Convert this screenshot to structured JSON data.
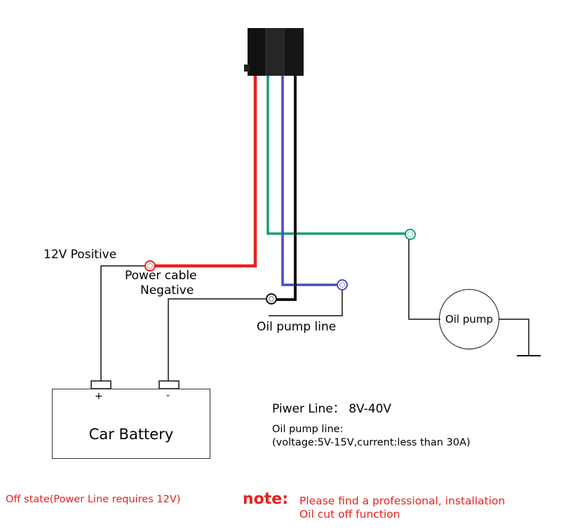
{
  "labels": {
    "positive": "12V Positive",
    "power_cable": "Power cable",
    "negative": "Negative",
    "oil_pump_line": "Oil pump line",
    "oil_pump": "Oil pump",
    "battery": "Car Battery",
    "plus": "+",
    "minus": "-"
  },
  "specs": {
    "power_line": "Piwer Line： 8V-40V",
    "pump_line_title": "Oil pump line:",
    "pump_line_detail": "(voltage:5V-15V,current:less than 30A)"
  },
  "footer": {
    "off_state": "Off state(Power Line requires 12V)",
    "note_keyword": "note:",
    "note_line1": "Please find a professional,  installation",
    "note_line2": "Oil cut off function"
  },
  "colors": {
    "red_wire": "#e8211f",
    "green_wire": "#1d9a78",
    "blue_wire": "#4c49c1",
    "black_wire": "#111111",
    "note_red": "#e8211f"
  }
}
